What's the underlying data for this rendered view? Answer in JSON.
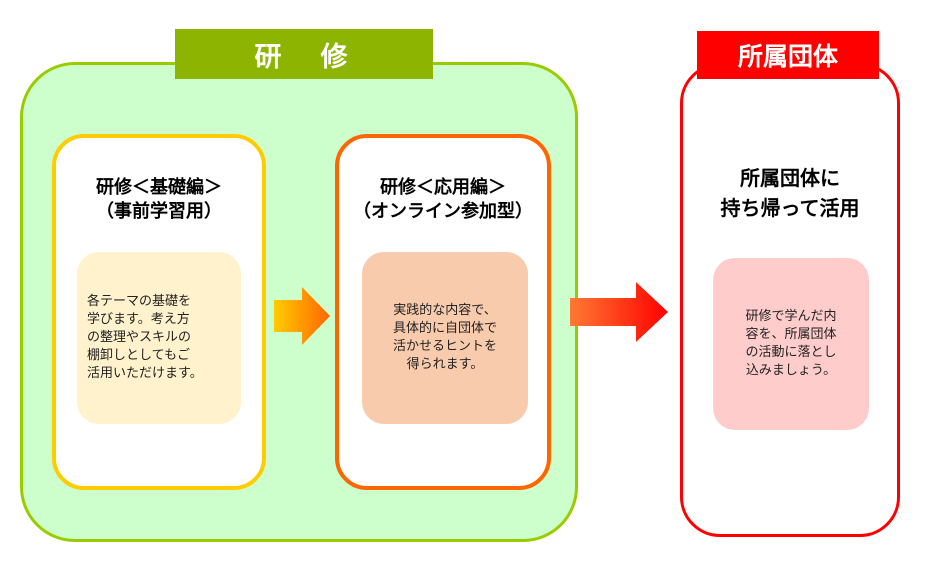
{
  "training": {
    "header": "研　修",
    "basic": {
      "title_line1": "研修＜基礎編＞",
      "title_line2": "（事前学習用）",
      "note": [
        "各テーマの基礎を",
        "学びます。考え方",
        "の整理やスキルの",
        "棚卸しとしてもご",
        "活用いただけます。"
      ]
    },
    "applied": {
      "title_line1": "研修＜応用編＞",
      "title_line2": "（オンライン参加型）",
      "note": [
        "実践的な内容で、",
        "具体的に自団体で",
        "活かせるヒントを",
        "得られます。"
      ]
    }
  },
  "organization": {
    "header": "所属団体",
    "title_line1": "所属団体に",
    "title_line2": "持ち帰って活用",
    "note": [
      "研修で学んだ内",
      "容を、所属団体",
      "の活動に落とし",
      "込みましょう。"
    ]
  },
  "colors": {
    "training_bg": "#ccffcc",
    "training_border": "#99cc00",
    "training_header": "#8cb400",
    "basic_border": "#ffcc00",
    "applied_border": "#ff6600",
    "org_red": "#ff0000"
  }
}
